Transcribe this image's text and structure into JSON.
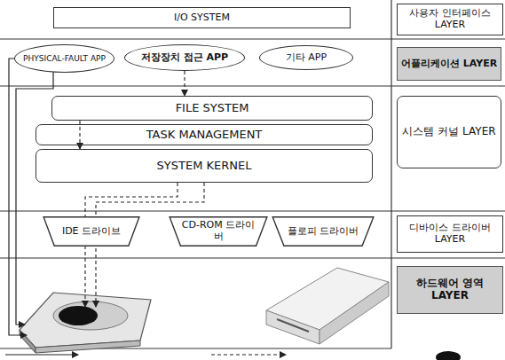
{
  "diagram": {
    "nodes": [
      {
        "text": [
          "I/O SYSTEM"
        ]
      },
      {
        "text": [
          "사용자 인터페이스 LAYER"
        ]
      },
      {
        "text": [
          "PHYSICAL-FAULT APP"
        ]
      },
      {
        "text": [
          "저장장치 접근 APP"
        ]
      },
      {
        "text": [
          "기타 APP"
        ]
      },
      {
        "text": [
          "어플리케이션 LAYER"
        ]
      },
      {
        "text": [
          "FILE SYSTEM"
        ]
      },
      {
        "text": [
          "TASK MANAGEMENT"
        ]
      },
      {
        "text": [
          "SYSTEM KERNEL"
        ]
      },
      {
        "text": [
          "시스템 커널 LAYER"
        ]
      },
      {
        "text": [
          "IDE 드라이브"
        ]
      },
      {
        "text": [
          "CD-ROM 드라이버"
        ]
      },
      {
        "text": [
          "플로피 드라이버"
        ]
      },
      {
        "text": [
          "디바이스 드라이버 LAYER"
        ]
      },
      {
        "text": [
          "하드웨어 영역 LAYER"
        ]
      }
    ],
    "edges": [
      {
        "from": 3,
        "to": 6,
        "arrow": "to"
      },
      {
        "from": 6,
        "to": 8,
        "arrow": "to"
      }
    ]
  }
}
